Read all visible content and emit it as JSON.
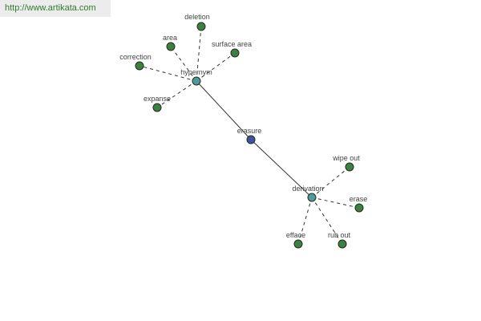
{
  "watermark": "http://www.artikata.com",
  "colors": {
    "center_node": "#3f51a0",
    "hub_node": "#4f9a9a",
    "leaf_node": "#3f7f3f",
    "edge": "#333333",
    "label": "#444444",
    "watermark_text": "#2d7d2d",
    "watermark_bg": "#ececec"
  },
  "graph": {
    "nodes": [
      {
        "id": "erasure",
        "label": "erasure",
        "kind": "center"
      },
      {
        "id": "hypernym",
        "label": "hypernym",
        "kind": "hub"
      },
      {
        "id": "derivation",
        "label": "derivation",
        "kind": "hub"
      },
      {
        "id": "deletion",
        "label": "deletion",
        "kind": "leaf"
      },
      {
        "id": "area",
        "label": "area",
        "kind": "leaf"
      },
      {
        "id": "surface-area",
        "label": "surface area",
        "kind": "leaf"
      },
      {
        "id": "correction",
        "label": "correction",
        "kind": "leaf"
      },
      {
        "id": "expanse",
        "label": "expanse",
        "kind": "leaf"
      },
      {
        "id": "wipe-out",
        "label": "wipe out",
        "kind": "leaf"
      },
      {
        "id": "erase",
        "label": "erase",
        "kind": "leaf"
      },
      {
        "id": "efface",
        "label": "efface",
        "kind": "leaf"
      },
      {
        "id": "rub-out",
        "label": "rub out",
        "kind": "leaf"
      }
    ],
    "edges": [
      {
        "from": "erasure",
        "to": "hypernym",
        "style": "solid"
      },
      {
        "from": "erasure",
        "to": "derivation",
        "style": "solid"
      },
      {
        "from": "hypernym",
        "to": "deletion",
        "style": "dashed"
      },
      {
        "from": "hypernym",
        "to": "area",
        "style": "dashed"
      },
      {
        "from": "hypernym",
        "to": "surface-area",
        "style": "dashed"
      },
      {
        "from": "hypernym",
        "to": "correction",
        "style": "dashed"
      },
      {
        "from": "hypernym",
        "to": "expanse",
        "style": "dashed"
      },
      {
        "from": "derivation",
        "to": "wipe-out",
        "style": "dashed"
      },
      {
        "from": "derivation",
        "to": "erase",
        "style": "dashed"
      },
      {
        "from": "derivation",
        "to": "efface",
        "style": "dashed"
      },
      {
        "from": "derivation",
        "to": "rub-out",
        "style": "dashed"
      }
    ]
  }
}
